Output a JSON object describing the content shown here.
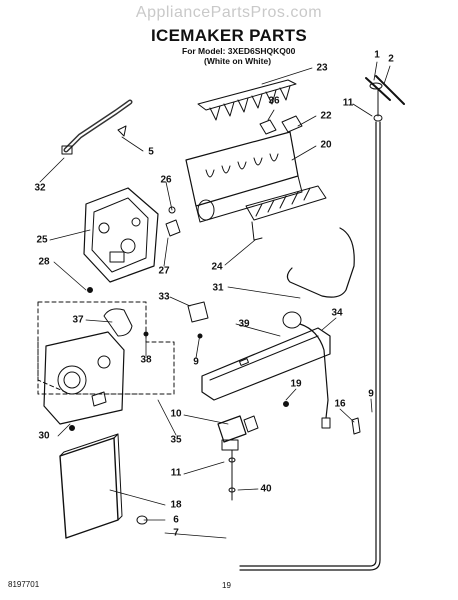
{
  "header": {
    "watermark": "AppliancePartsPros.com",
    "title": "ICEMAKER PARTS",
    "model_line": "For Model: 3XED6SHQKQ00",
    "variant_line": "(White on White)"
  },
  "footer": {
    "doc_number": "8197701",
    "page_number": "19"
  },
  "callouts": [
    {
      "id": "c1",
      "label": "1"
    },
    {
      "id": "c2",
      "label": "2"
    },
    {
      "id": "c23",
      "label": "23"
    },
    {
      "id": "c11a",
      "label": "11"
    },
    {
      "id": "c36",
      "label": "36"
    },
    {
      "id": "c22",
      "label": "22"
    },
    {
      "id": "c5",
      "label": "5"
    },
    {
      "id": "c20",
      "label": "20"
    },
    {
      "id": "c32",
      "label": "32"
    },
    {
      "id": "c26",
      "label": "26"
    },
    {
      "id": "c25",
      "label": "25"
    },
    {
      "id": "c27",
      "label": "27"
    },
    {
      "id": "c24",
      "label": "24"
    },
    {
      "id": "c28",
      "label": "28"
    },
    {
      "id": "c31",
      "label": "31"
    },
    {
      "id": "c33",
      "label": "33"
    },
    {
      "id": "c34",
      "label": "34"
    },
    {
      "id": "c37",
      "label": "37"
    },
    {
      "id": "c39",
      "label": "39"
    },
    {
      "id": "c9a",
      "label": "9"
    },
    {
      "id": "c38",
      "label": "38"
    },
    {
      "id": "c19",
      "label": "19"
    },
    {
      "id": "c9b",
      "label": "9"
    },
    {
      "id": "c16",
      "label": "16"
    },
    {
      "id": "c10",
      "label": "10"
    },
    {
      "id": "c30",
      "label": "30"
    },
    {
      "id": "c35",
      "label": "35"
    },
    {
      "id": "c11b",
      "label": "11"
    },
    {
      "id": "c40",
      "label": "40"
    },
    {
      "id": "c18",
      "label": "18"
    },
    {
      "id": "c6",
      "label": "6"
    },
    {
      "id": "c7",
      "label": "7"
    }
  ]
}
